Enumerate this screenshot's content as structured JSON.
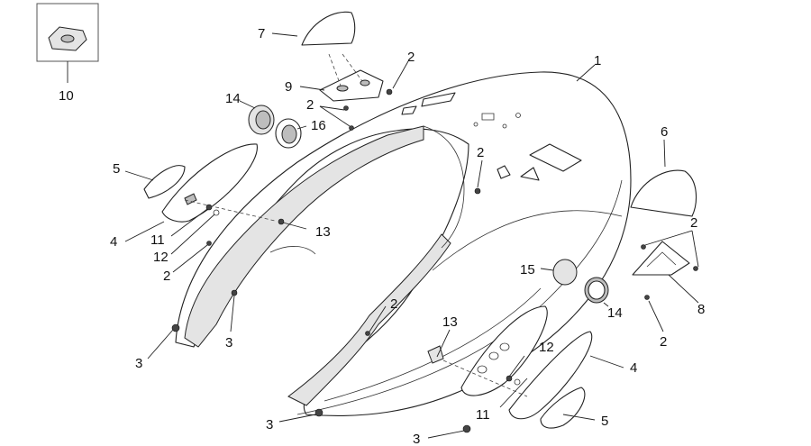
{
  "callouts": {
    "c1": "1",
    "c2a": "2",
    "c2b": "2",
    "c2c": "2",
    "c2d": "2",
    "c2e": "2",
    "c2f": "2",
    "c2g": "2",
    "c3a": "3",
    "c3b": "3",
    "c3c": "3",
    "c3d": "3",
    "c4a": "4",
    "c4b": "4",
    "c5a": "5",
    "c5b": "5",
    "c6": "6",
    "c7": "7",
    "c8": "8",
    "c9": "9",
    "c10": "10",
    "c11a": "11",
    "c11b": "11",
    "c12a": "12",
    "c12b": "12",
    "c13a": "13",
    "c13b": "13",
    "c14a": "14",
    "c14b": "14",
    "c15": "15",
    "c16": "16"
  },
  "colors": {
    "line": "#222222",
    "shade": "#e4e4e4",
    "grey": "#bdbdbd"
  }
}
